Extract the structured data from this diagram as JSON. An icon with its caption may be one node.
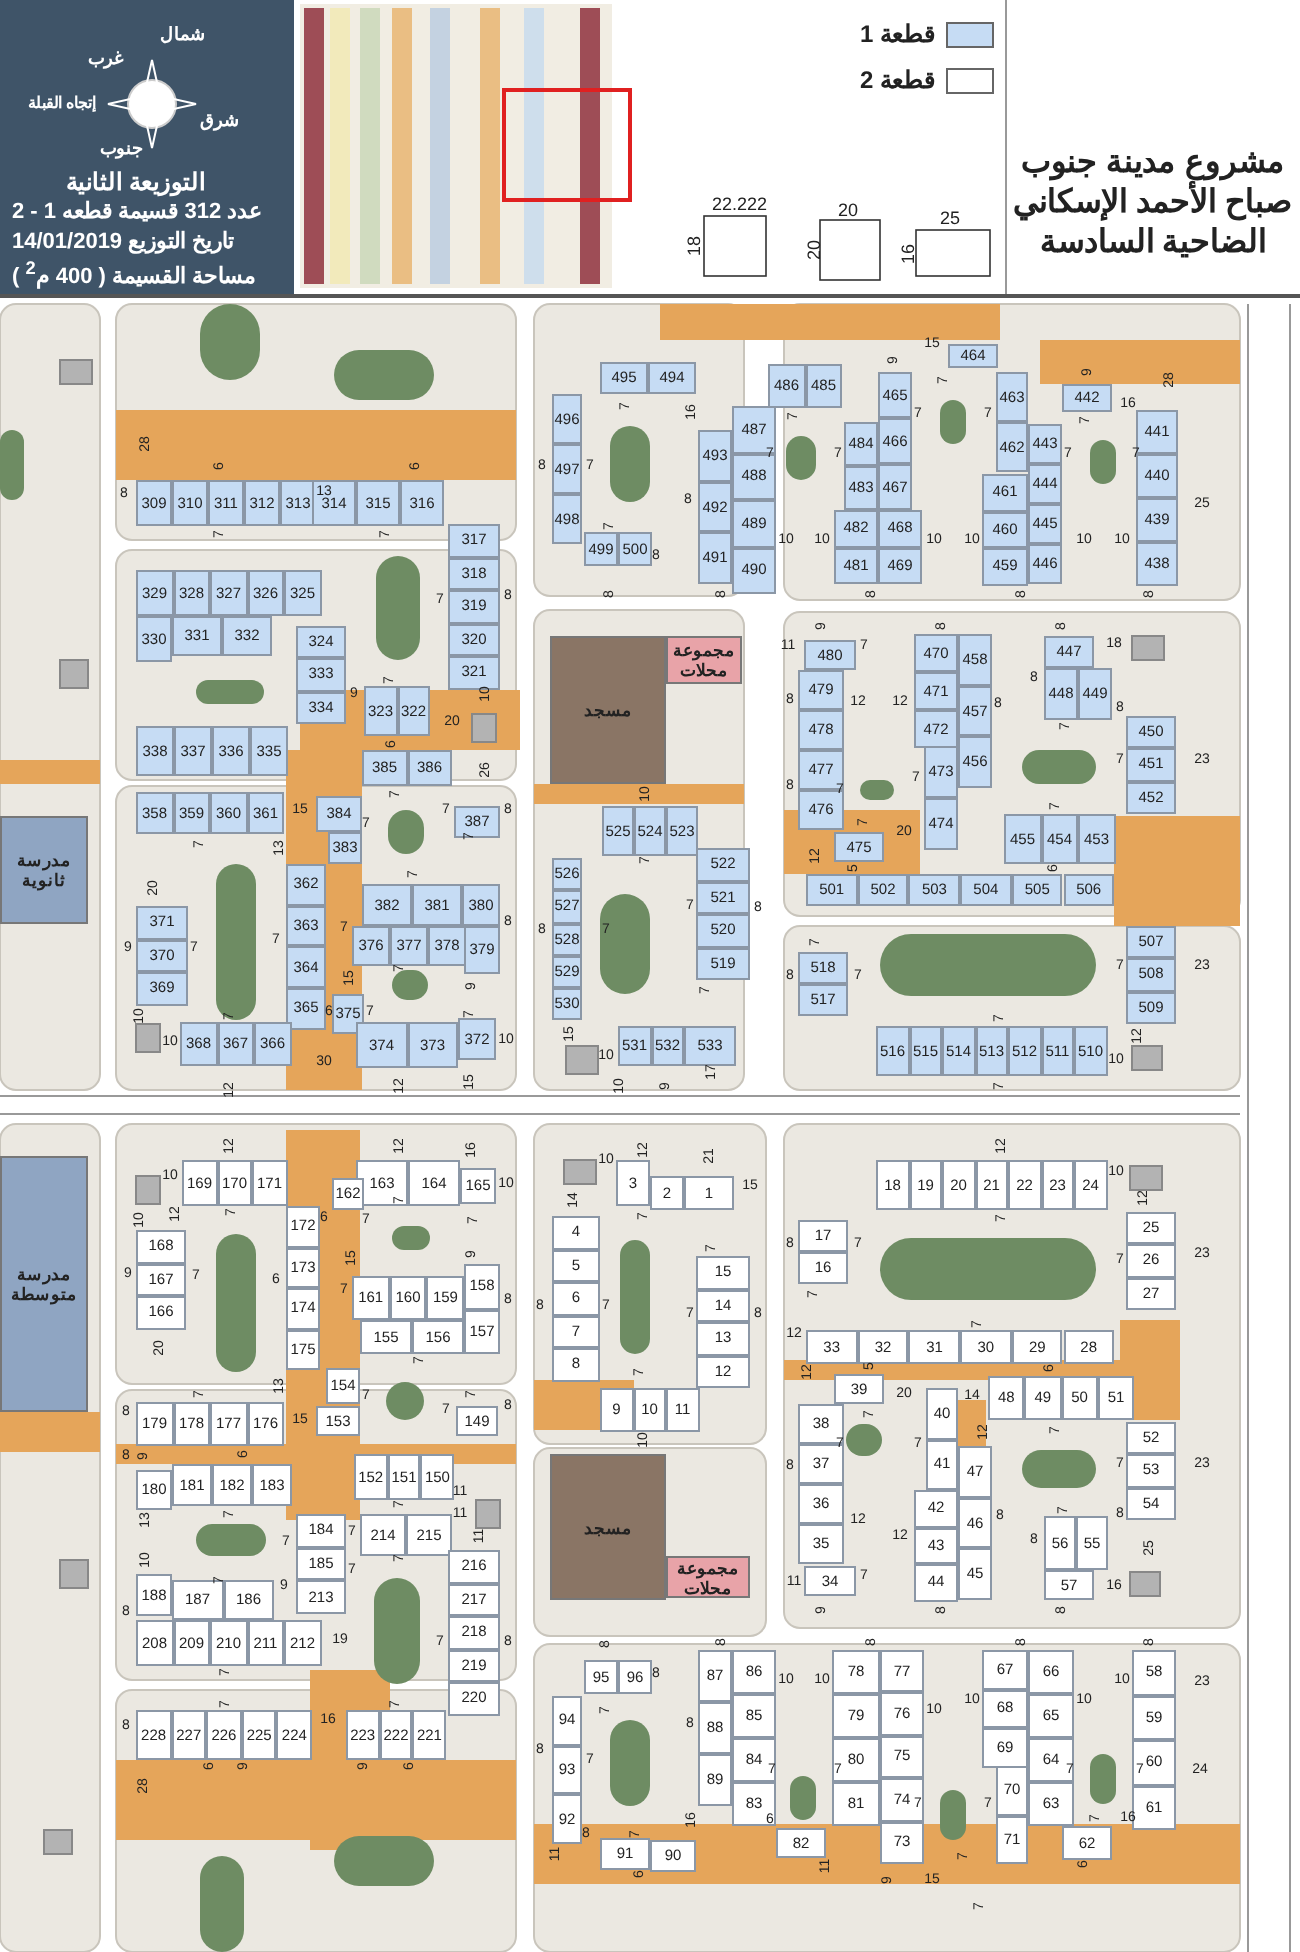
{
  "diagram": {
    "title": "مشروع مدينة جنوب صباح الأحمد الإسكاني الضاحية السادسة",
    "nodes": [
      {
        "text": [
          "مسجد"
        ]
      },
      {
        "text": [
          "مجموعة محلات"
        ]
      },
      {
        "text": [
          "مدرسة ثانوية"
        ]
      },
      {
        "text": [
          "مدرسة متوسطة"
        ]
      },
      {
        "text": [
          "مسجد"
        ]
      },
      {
        "text": [
          "مجموعة محلات"
        ]
      }
    ],
    "labels": [
      "شمال",
      "غرب",
      "إتجاه القبلة",
      "شرق",
      "جنوب",
      "التوزيعة الثانية",
      "عدد 312 قسيمة قطعه 1 - 2",
      "تاريخ التوزيع 14/01/2019",
      "مساحة القسيمة ( 400 م$^{2}$ )",
      "22.222",
      "18",
      "20",
      "20",
      "25",
      "16",
      "309",
      "310",
      "311",
      "312",
      "313",
      "314",
      "315",
      "316",
      "317",
      "318",
      "319",
      "320",
      "321",
      "329",
      "328",
      "327",
      "326",
      "325",
      "330",
      "331",
      "332",
      "324",
      "333",
      "334",
      "323",
      "322",
      "338",
      "337",
      "336",
      "335",
      "385",
      "386",
      "358",
      "359",
      "360",
      "361",
      "384",
      "383",
      "387",
      "362",
      "363",
      "364",
      "365",
      "382",
      "381",
      "380",
      "376",
      "377",
      "378",
      "379",
      "371",
      "370",
      "369",
      "375",
      "368",
      "367",
      "366",
      "374",
      "373",
      "372",
      "495",
      "494",
      "496",
      "497",
      "498",
      "499",
      "500",
      "525",
      "524",
      "523",
      "526",
      "527",
      "528",
      "529",
      "530",
      "531",
      "532",
      "533",
      "464",
      "486",
      "485",
      "487",
      "488",
      "489",
      "490",
      "493",
      "492",
      "491",
      "484",
      "483",
      "465",
      "466",
      "467",
      "482",
      "481",
      "468",
      "469",
      "463",
      "462",
      "461",
      "460",
      "459",
      "443",
      "444",
      "445",
      "446",
      "442",
      "441",
      "440",
      "439",
      "438",
      "480",
      "479",
      "478",
      "477",
      "476",
      "475",
      "470",
      "471",
      "472",
      "473",
      "474",
      "458",
      "457",
      "456",
      "447",
      "448",
      "449",
      "450",
      "451",
      "452",
      "455",
      "454",
      "453",
      "501",
      "502",
      "503",
      "504",
      "505",
      "506",
      "522",
      "521",
      "520",
      "519",
      "507",
      "508",
      "509",
      "518",
      "517",
      "516",
      "515",
      "514",
      "513",
      "512",
      "511",
      "510",
      "169",
      "170",
      "171",
      "163",
      "164",
      "165",
      "162",
      "168",
      "167",
      "166",
      "172",
      "173",
      "174",
      "175",
      "161",
      "160",
      "159",
      "158",
      "157",
      "155",
      "156",
      "154",
      "179",
      "178",
      "177",
      "176",
      "153",
      "149",
      "152",
      "151",
      "150",
      "180",
      "181",
      "182",
      "183",
      "184",
      "185",
      "213",
      "214",
      "215",
      "216",
      "217",
      "218",
      "219",
      "220",
      "188",
      "187",
      "186",
      "208",
      "209",
      "210",
      "211",
      "212",
      "228",
      "227",
      "226",
      "225",
      "224",
      "223",
      "222",
      "221",
      "95",
      "96",
      "94",
      "93",
      "92",
      "91",
      "90",
      "3",
      "2",
      "1",
      "4",
      "5",
      "6",
      "7",
      "8",
      "9",
      "10",
      "11",
      "15",
      "14",
      "13",
      "12",
      "18",
      "19",
      "20",
      "21",
      "22",
      "23",
      "24",
      "17",
      "16",
      "25",
      "26",
      "27",
      "33",
      "32",
      "31",
      "30",
      "29",
      "28",
      "39",
      "38",
      "37",
      "36",
      "35",
      "34",
      "40",
      "41",
      "42",
      "43",
      "44",
      "47",
      "46",
      "45",
      "48",
      "49",
      "50",
      "51",
      "52",
      "53",
      "54",
      "56",
      "55",
      "57",
      "87",
      "88",
      "89",
      "86",
      "85",
      "84",
      "83",
      "82",
      "78",
      "79",
      "80",
      "81",
      "77",
      "76",
      "75",
      "74",
      "73",
      "67",
      "68",
      "69",
      "70",
      "71",
      "66",
      "65",
      "64",
      "63",
      "62",
      "58",
      "59",
      "60",
      "61",
      "28",
      "8",
      "6",
      "13",
      "6",
      "7",
      "7",
      "7",
      "8",
      "9",
      "7",
      "10",
      "20",
      "6",
      "26",
      "7",
      "15",
      "7",
      "7",
      "8",
      "7",
      "7",
      "13",
      "7",
      "20",
      "8",
      "9",
      "7",
      "7",
      "7",
      "7",
      "9",
      "15",
      "6",
      "7",
      "7",
      "10",
      "10",
      "10",
      "7",
      "30",
      "12",
      "12",
      "15",
      "8",
      "7",
      "7",
      "7",
      "8",
      "10",
      "8",
      "7",
      "7",
      "15",
      "10",
      "10",
      "15",
      "9",
      "7",
      "16",
      "7",
      "7",
      "7",
      "7",
      "7",
      "9",
      "16",
      "28",
      "7",
      "7",
      "7",
      "8",
      "8",
      "10",
      "10",
      "10",
      "10",
      "10",
      "10",
      "25",
      "8",
      "8",
      "8",
      "8",
      "9",
      "11",
      "7",
      "8",
      "8",
      "18",
      "8",
      "12",
      "12",
      "8",
      "8",
      "8",
      "7",
      "7",
      "23",
      "8",
      "7",
      "7",
      "7",
      "20",
      "7",
      "12",
      "5",
      "6",
      "7",
      "8",
      "7",
      "8",
      "7",
      "7",
      "23",
      "7",
      "7",
      "12",
      "10",
      "7",
      "17",
      "9",
      "12",
      "10",
      "10",
      "12",
      "7",
      "6",
      "7",
      "12",
      "16",
      "10",
      "7",
      "7",
      "9",
      "15",
      "7",
      "8",
      "9",
      "7",
      "6",
      "20",
      "7",
      "7",
      "13",
      "7",
      "7",
      "7",
      "8",
      "8",
      "15",
      "9",
      "6",
      "8",
      "7",
      "11",
      "11",
      "11",
      "13",
      "7",
      "7",
      "7",
      "10",
      "7",
      "7",
      "7",
      "9",
      "8",
      "19",
      "7",
      "8",
      "7",
      "7",
      "7",
      "8",
      "16",
      "6",
      "9",
      "9",
      "6",
      "28",
      "8",
      "7",
      "14",
      "10",
      "12",
      "7",
      "7",
      "10",
      "8",
      "7",
      "7",
      "8",
      "8",
      "7",
      "11",
      "6",
      "21",
      "15",
      "12",
      "10",
      "12",
      "7",
      "8",
      "7",
      "7",
      "23",
      "7",
      "7",
      "7",
      "8",
      "7",
      "12",
      "12",
      "5",
      "6",
      "20",
      "14",
      "7",
      "12",
      "7",
      "7",
      "7",
      "8",
      "7",
      "23",
      "7",
      "8",
      "12",
      "12",
      "8",
      "8",
      "25",
      "11",
      "7",
      "16",
      "9",
      "8",
      "8",
      "8",
      "8",
      "8",
      "8",
      "8",
      "10",
      "10",
      "10",
      "10",
      "10",
      "10",
      "23",
      "8",
      "7",
      "7",
      "7",
      "7",
      "7",
      "7",
      "24",
      "16",
      "6",
      "7",
      "16",
      "11",
      "9",
      "15",
      "7",
      "6",
      "7"
    ],
    "legend": [
      {
        "text": "قطعة 1",
        "color": "#c6dcf4"
      },
      {
        "text": "قطعة 2",
        "color": "#ffffff"
      }
    ]
  }
}
